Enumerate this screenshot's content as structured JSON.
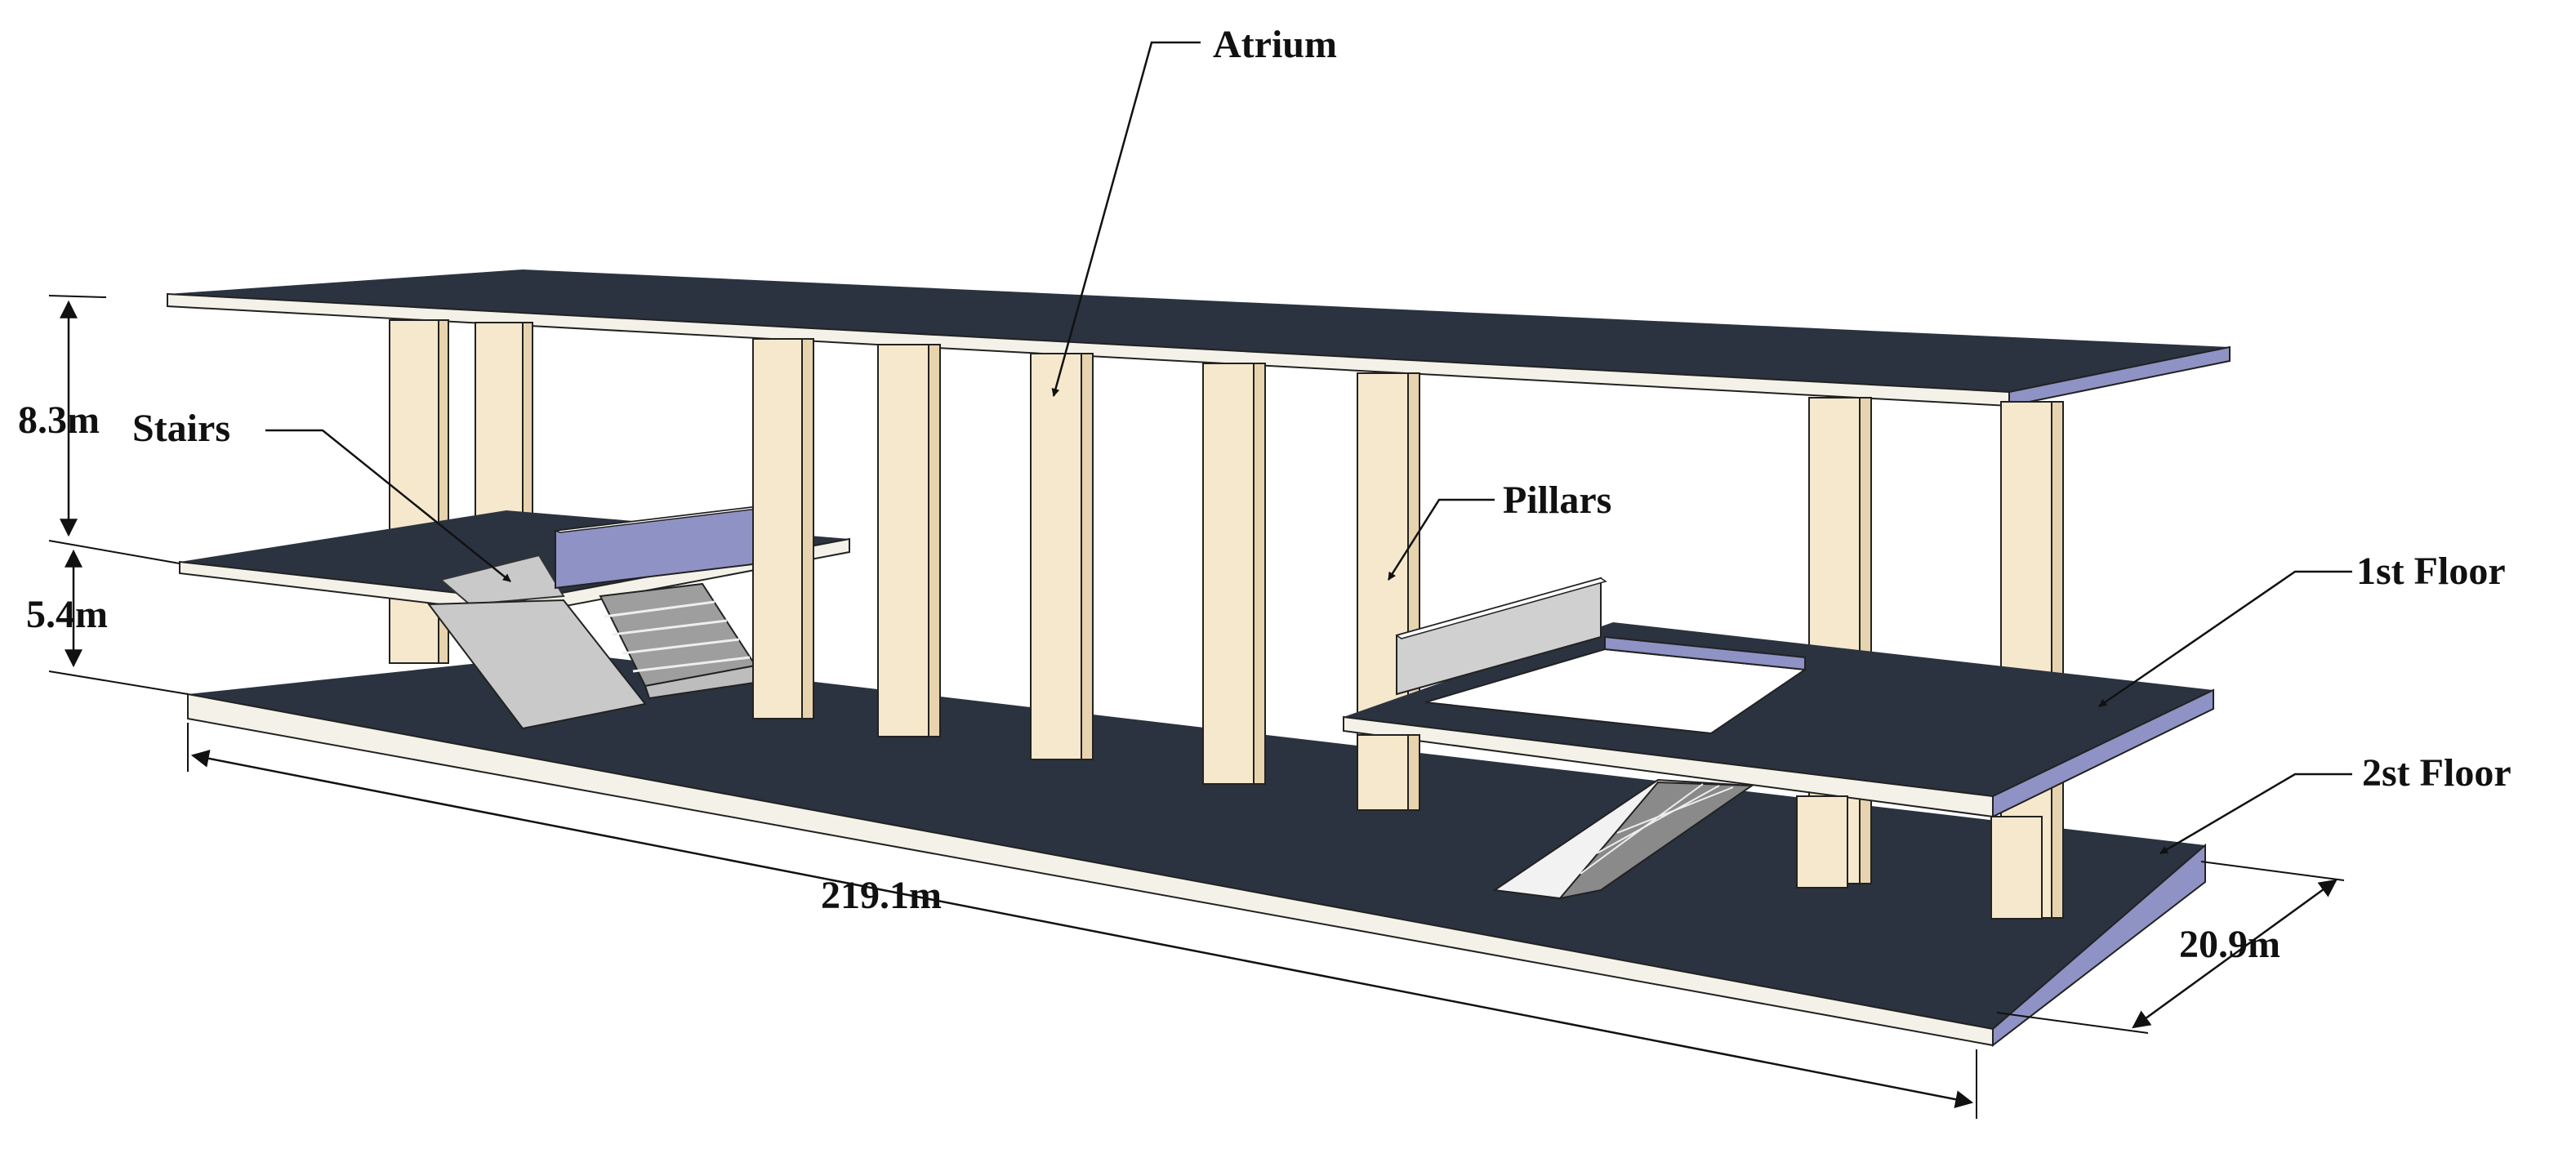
{
  "labels": {
    "atrium": "Atrium",
    "stairs": "Stairs",
    "pillars": "Pillars",
    "first_floor": "1st Floor",
    "second_floor": "2st Floor"
  },
  "dimensions": {
    "upper_height": "8.3m",
    "lower_height": "5.4m",
    "length": "219.1m",
    "width": "20.9m"
  },
  "colors": {
    "slab_top": "#2b3340",
    "slab_edge": "#f4f2e8",
    "slab_side": "#8f92c4",
    "pillar_front": "#f6e8cc",
    "pillar_side": "#e7d3ad",
    "stair_grey": "#c9c9c9",
    "wall": "#8f92c4"
  }
}
